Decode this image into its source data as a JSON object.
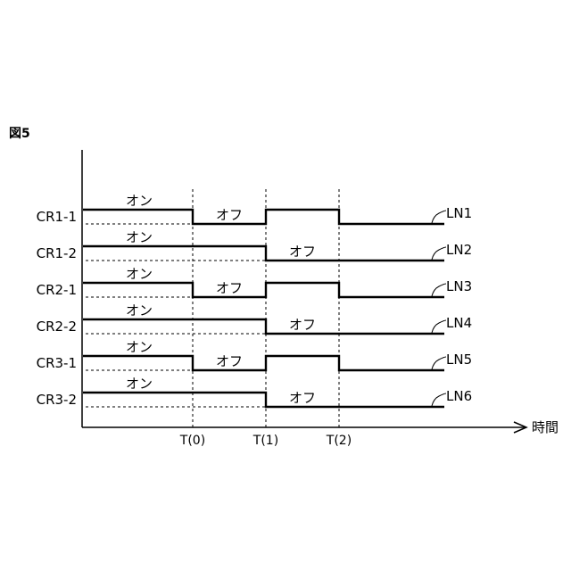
{
  "figure_label": "図5",
  "axis": {
    "label": "時間"
  },
  "time_marks": [
    "T(0)",
    "T(1)",
    "T(2)"
  ],
  "signals": [
    {
      "name": "CR1-1",
      "line": "LN1",
      "states": [
        1,
        0,
        1,
        0,
        0
      ],
      "labels": [
        "オン",
        "オフ"
      ]
    },
    {
      "name": "CR1-2",
      "line": "LN2",
      "states": [
        1,
        1,
        0,
        0,
        0
      ],
      "labels": [
        "オン",
        "オフ"
      ]
    },
    {
      "name": "CR2-1",
      "line": "LN3",
      "states": [
        1,
        0,
        1,
        0,
        0
      ],
      "labels": [
        "オン",
        "オフ"
      ]
    },
    {
      "name": "CR2-2",
      "line": "LN4",
      "states": [
        1,
        1,
        0,
        0,
        0
      ],
      "labels": [
        "オン",
        "オフ"
      ]
    },
    {
      "name": "CR3-1",
      "line": "LN5",
      "states": [
        1,
        0,
        1,
        0,
        0
      ],
      "labels": [
        "オン",
        "オフ"
      ]
    },
    {
      "name": "CR3-2",
      "line": "LN6",
      "states": [
        1,
        1,
        0,
        0,
        0
      ],
      "labels": [
        "オン",
        "オフ"
      ]
    }
  ]
}
